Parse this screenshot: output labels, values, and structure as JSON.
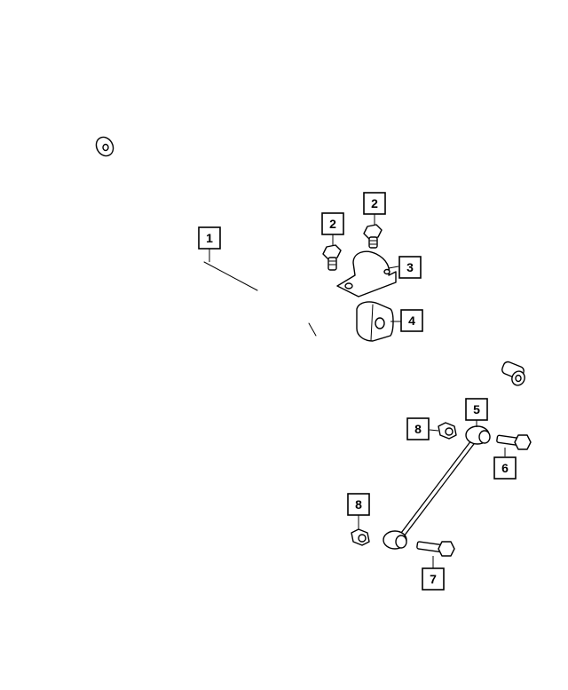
{
  "callouts": [
    {
      "id": "c1",
      "label": "1"
    },
    {
      "id": "c2a",
      "label": "2"
    },
    {
      "id": "c2b",
      "label": "2"
    },
    {
      "id": "c3",
      "label": "3"
    },
    {
      "id": "c4",
      "label": "4"
    },
    {
      "id": "c5",
      "label": "5"
    },
    {
      "id": "c6",
      "label": "6"
    },
    {
      "id": "c7",
      "label": "7"
    },
    {
      "id": "c8a",
      "label": "8"
    },
    {
      "id": "c8b",
      "label": "8"
    }
  ],
  "colors": {
    "line": "#000000",
    "background": "#ffffff"
  }
}
